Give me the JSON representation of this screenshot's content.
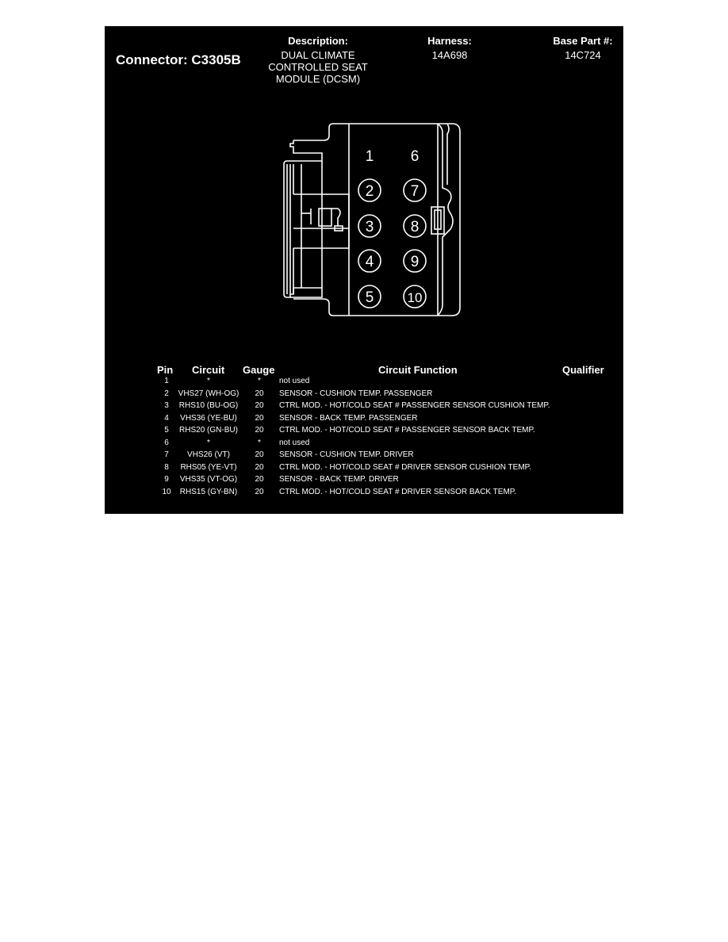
{
  "header": {
    "connector_label": "Connector: C3305B",
    "description_label": "Description:",
    "description_value": "DUAL CLIMATE CONTROLLED SEAT MODULE (DCSM)",
    "description_lines": [
      "DUAL CLIMATE",
      "CONTROLLED SEAT",
      "MODULE (DCSM)"
    ],
    "harness_label": "Harness:",
    "harness_value": "14A698",
    "base_part_label": "Base Part #:",
    "base_part_value": "14C724"
  },
  "diagram": {
    "pin_labels_unmarked": [
      "1",
      "6"
    ],
    "pins_circled": [
      "2",
      "3",
      "4",
      "5",
      "7",
      "8",
      "9",
      "10"
    ]
  },
  "table": {
    "headers": {
      "pin": "Pin",
      "circuit": "Circuit",
      "gauge": "Gauge",
      "function": "Circuit Function",
      "qualifier": "Qualifier"
    },
    "rows": [
      {
        "pin": "1",
        "circuit": "*",
        "gauge": "*",
        "function": "not used",
        "qualifier": ""
      },
      {
        "pin": "2",
        "circuit": "VHS27 (WH-OG)",
        "gauge": "20",
        "function": "SENSOR - CUSHION TEMP. PASSENGER",
        "qualifier": ""
      },
      {
        "pin": "3",
        "circuit": "RHS10 (BU-OG)",
        "gauge": "20",
        "function": "CTRL MOD. - HOT/COLD SEAT # PASSENGER SENSOR CUSHION TEMP.",
        "qualifier": ""
      },
      {
        "pin": "4",
        "circuit": "VHS36 (YE-BU)",
        "gauge": "20",
        "function": "SENSOR - BACK TEMP. PASSENGER",
        "qualifier": ""
      },
      {
        "pin": "5",
        "circuit": "RHS20 (GN-BU)",
        "gauge": "20",
        "function": "CTRL MOD. - HOT/COLD SEAT # PASSENGER SENSOR BACK TEMP.",
        "qualifier": ""
      },
      {
        "pin": "6",
        "circuit": "*",
        "gauge": "*",
        "function": "not used",
        "qualifier": ""
      },
      {
        "pin": "7",
        "circuit": "VHS26 (VT)",
        "gauge": "20",
        "function": "SENSOR - CUSHION TEMP. DRIVER",
        "qualifier": ""
      },
      {
        "pin": "8",
        "circuit": "RHS05 (YE-VT)",
        "gauge": "20",
        "function": "CTRL MOD. - HOT/COLD SEAT # DRIVER SENSOR CUSHION TEMP.",
        "qualifier": ""
      },
      {
        "pin": "9",
        "circuit": "VHS35 (VT-OG)",
        "gauge": "20",
        "function": "SENSOR - BACK TEMP. DRIVER",
        "qualifier": ""
      },
      {
        "pin": "10",
        "circuit": "RHS15 (GY-BN)",
        "gauge": "20",
        "function": "CTRL MOD. - HOT/COLD SEAT # DRIVER SENSOR BACK TEMP.",
        "qualifier": ""
      }
    ]
  },
  "colors": {
    "panel_background": "#000000",
    "foreground": "#ffffff",
    "page_background": "#ffffff"
  }
}
